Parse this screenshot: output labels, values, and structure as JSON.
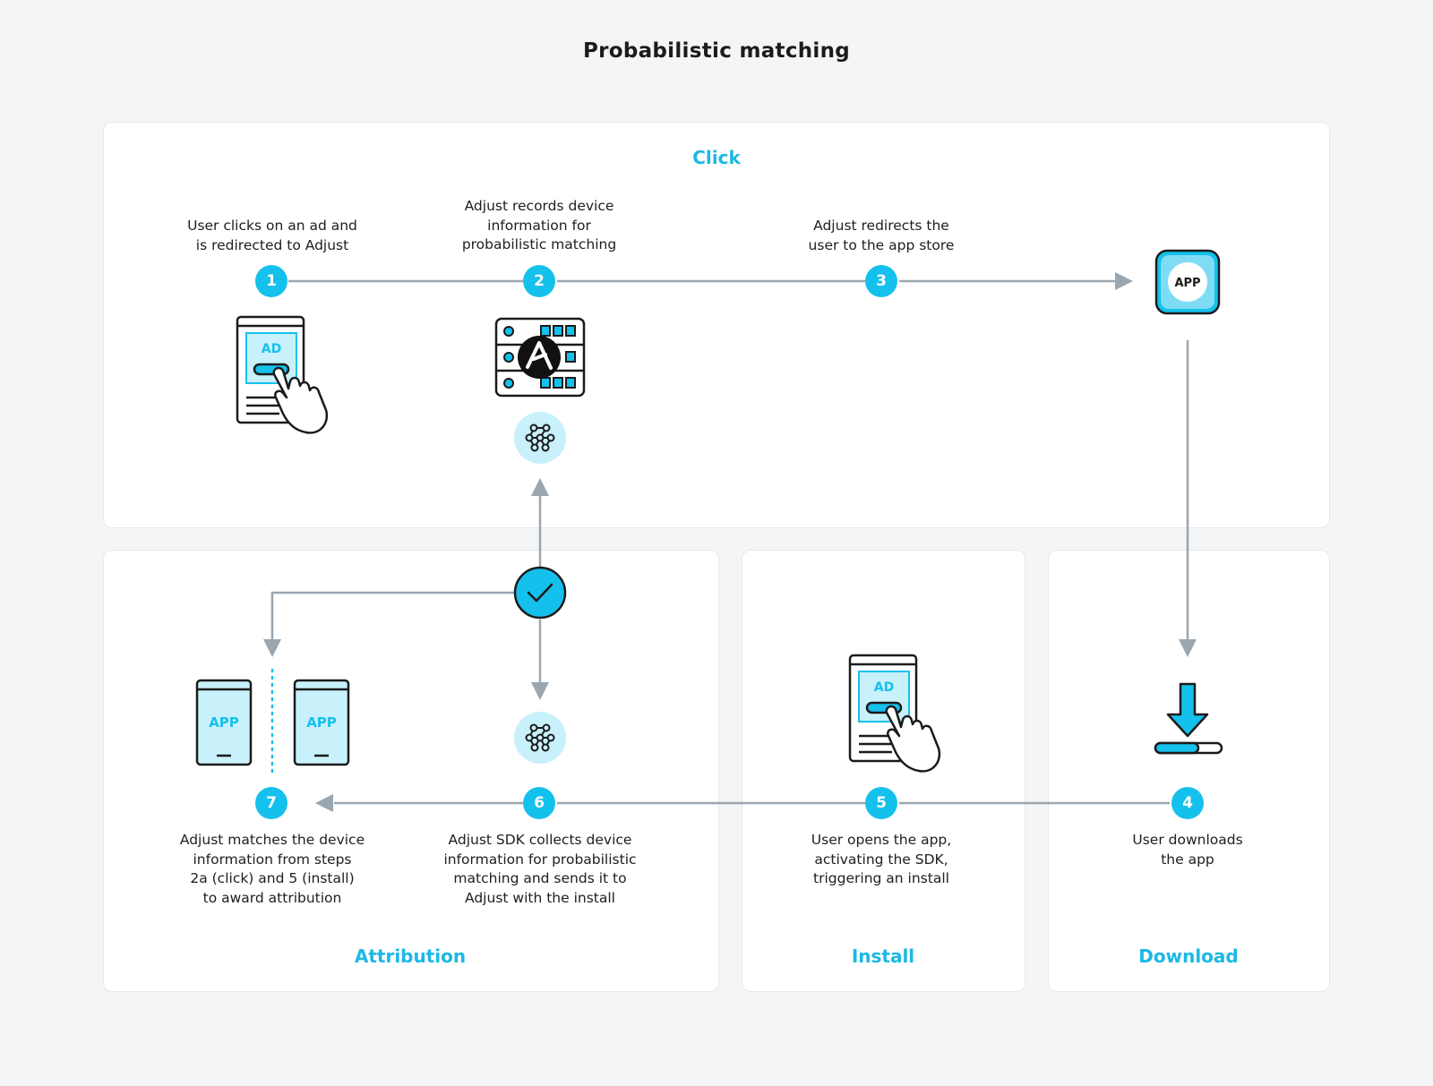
{
  "title": "Probabilistic matching",
  "sections": {
    "click": "Click",
    "attribution": "Attribution",
    "install": "Install",
    "download": "Download"
  },
  "steps": [
    {
      "num": "1",
      "lines": [
        "User clicks on an ad and",
        "is redirected to Adjust"
      ]
    },
    {
      "num": "2",
      "lines": [
        "Adjust records device",
        "information for",
        "probabilistic matching"
      ]
    },
    {
      "num": "3",
      "lines": [
        "Adjust redirects the",
        "user to the app store"
      ]
    },
    {
      "num": "4",
      "lines": [
        "User downloads",
        "the app"
      ]
    },
    {
      "num": "5",
      "lines": [
        "User opens the app,",
        "activating the SDK,",
        "triggering an install"
      ]
    },
    {
      "num": "6",
      "lines": [
        "Adjust SDK collects device",
        "information for probabilistic",
        "matching and sends it to",
        "Adjust with the install"
      ]
    },
    {
      "num": "7",
      "lines": [
        "Adjust matches the device",
        "information from steps",
        "2a (click) and 5 (install)",
        "to award attribution"
      ]
    }
  ],
  "icon_labels": {
    "ad": "AD",
    "app": "APP"
  },
  "colors": {
    "accent": "#14c1ec",
    "accent_light": "#c8f1fb",
    "arrow": "#9aa6b0",
    "background": "#f4f5f7"
  }
}
